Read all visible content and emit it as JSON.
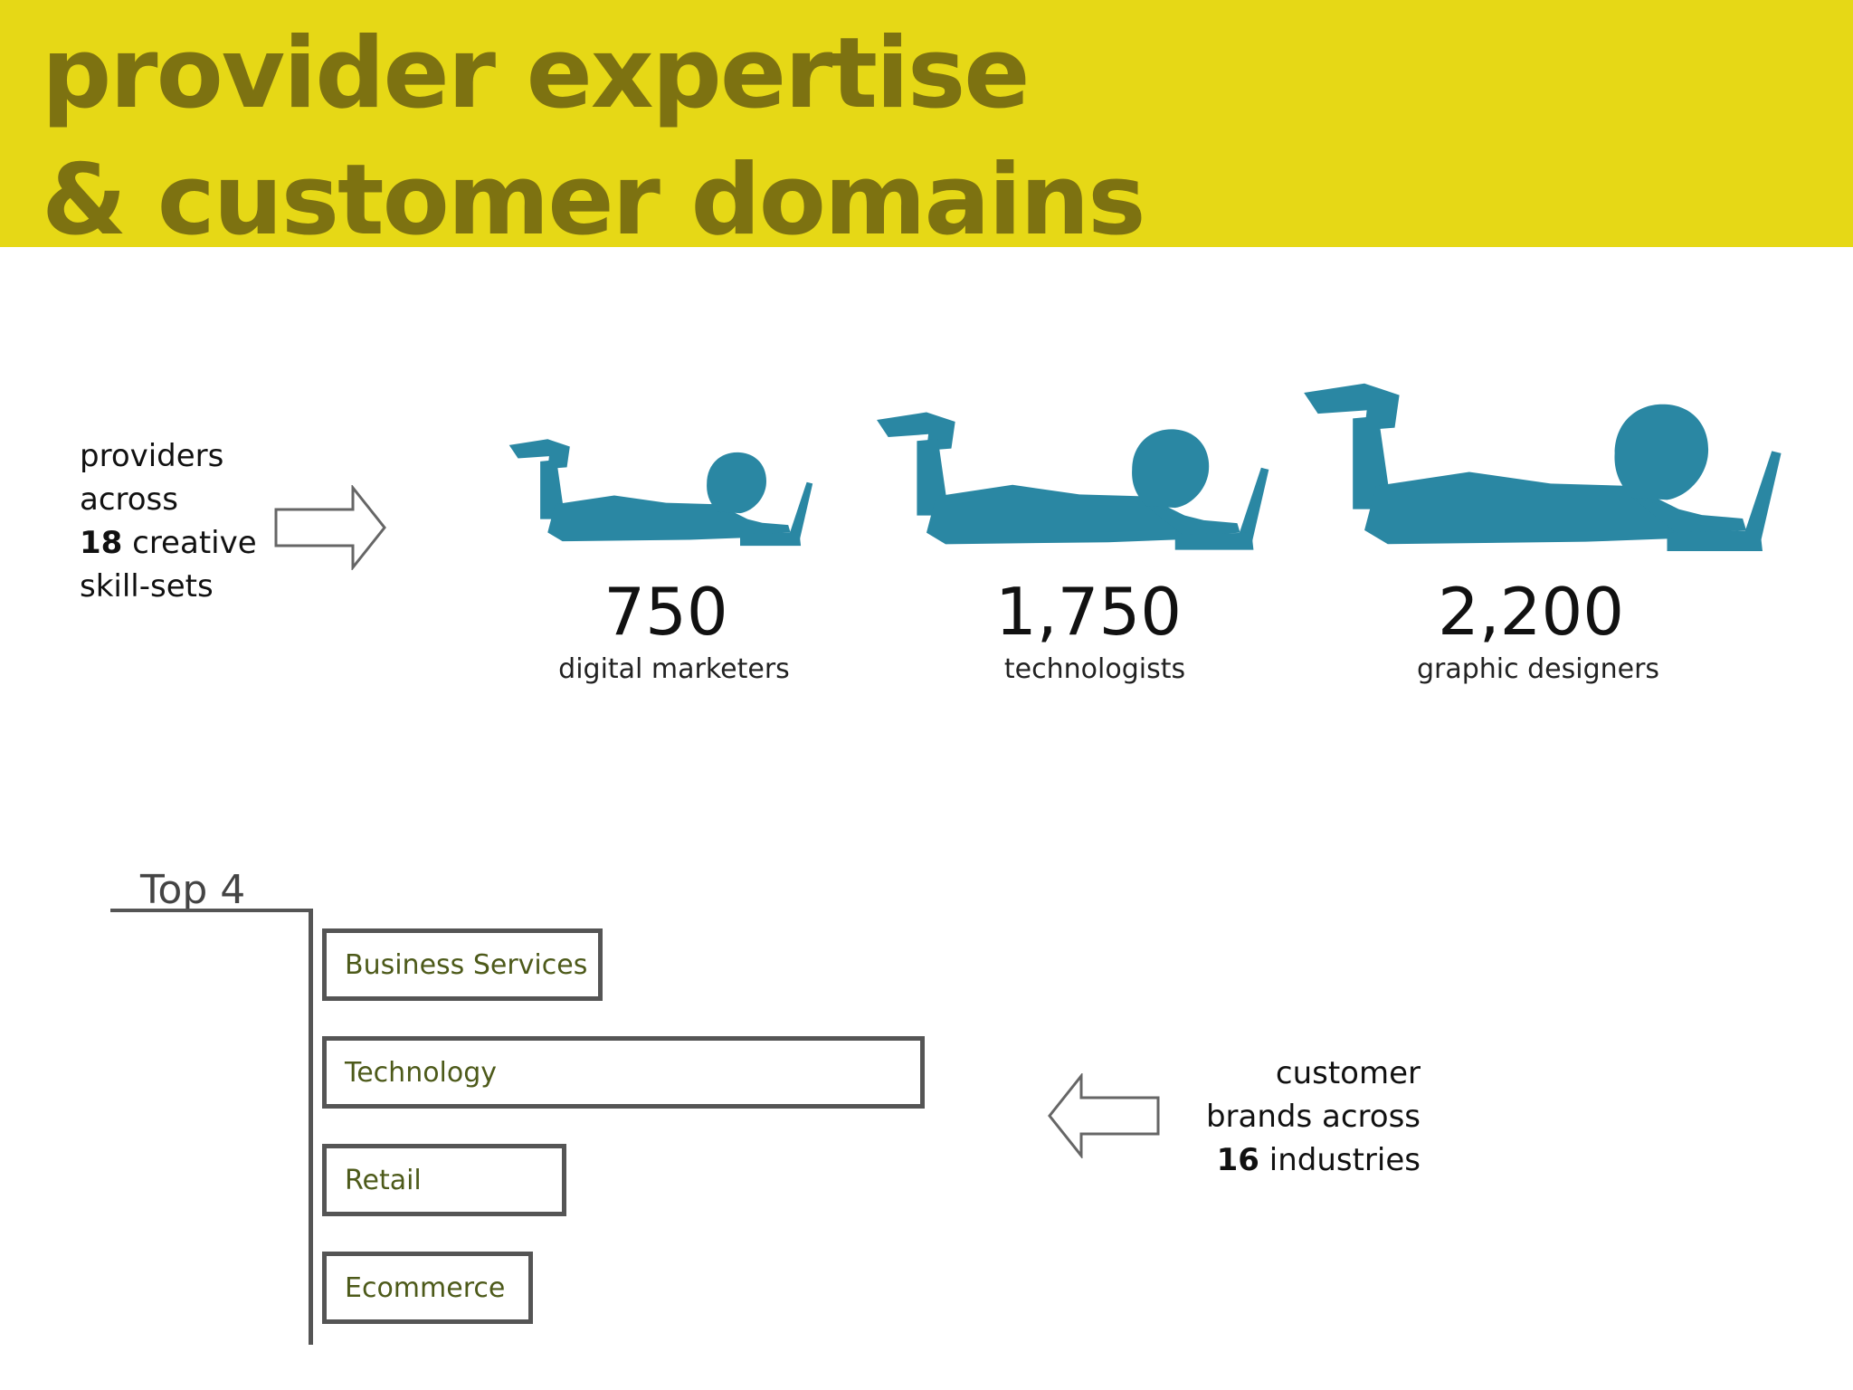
{
  "header": {
    "title_line1": "provider expertise",
    "title_line2": "& customer domains",
    "background_color": "#e6d816",
    "title_color": "#7d7211"
  },
  "providers_note": {
    "line1": "providers",
    "line2": "across",
    "count": "18",
    "line3_suffix": " creative",
    "line4": "skill-sets"
  },
  "provider_stats": [
    {
      "value": "750",
      "label": "digital marketers",
      "icon": "person-with-laptop-silhouette"
    },
    {
      "value": "1,750",
      "label": "technologists",
      "icon": "person-with-laptop-silhouette"
    },
    {
      "value": "2,200",
      "label": "graphic designers",
      "icon": "person-with-laptop-silhouette"
    }
  ],
  "silhouette_color": "#2a87a3",
  "customers_note": {
    "line1": "customer",
    "line2": "brands across",
    "count": "16",
    "line3_suffix": " industries"
  },
  "chart_data": {
    "type": "bar",
    "title": "Top 4",
    "orientation": "horizontal",
    "categories": [
      "Business Services",
      "Technology",
      "Retail",
      "Ecommerce"
    ],
    "values": [
      310,
      666,
      270,
      233
    ],
    "value_labels_shown": false,
    "xlabel": "",
    "ylabel": "",
    "grid": false
  }
}
